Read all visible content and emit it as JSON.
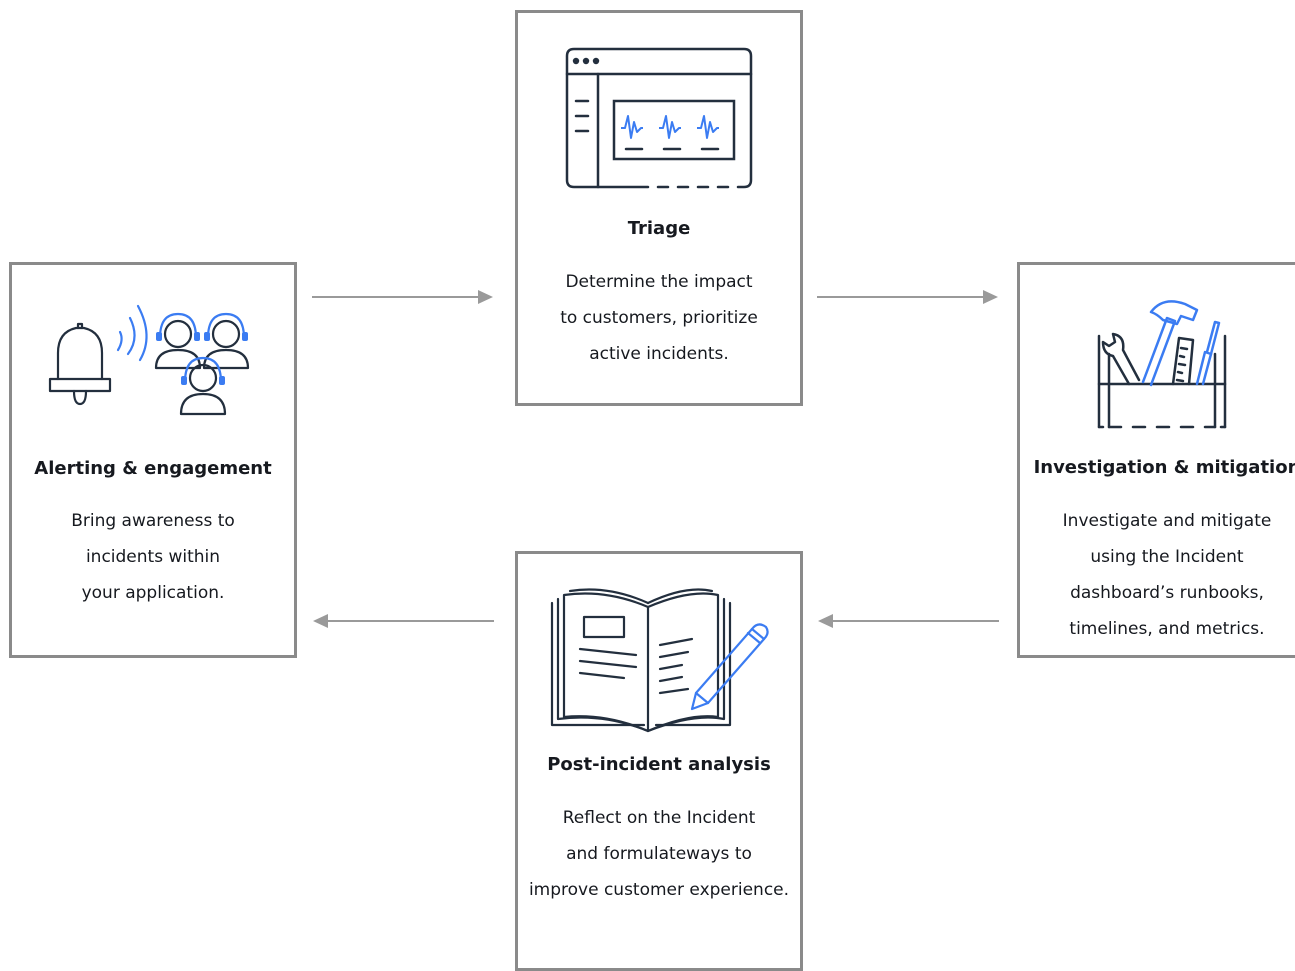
{
  "diagram": {
    "stages": {
      "triage": {
        "title": "Triage",
        "description": [
          "Determine the impact",
          "to customers, prioritize",
          "active incidents."
        ],
        "icon": "dashboard-monitor-icon"
      },
      "investigation": {
        "title": "Investigation & mitigation",
        "description": [
          "Investigate and mitigate",
          "using the Incident",
          "dashboard’s runbooks,",
          "timelines, and metrics."
        ],
        "icon": "toolbox-icon"
      },
      "alerting": {
        "title": "Alerting & engagement",
        "description": [
          "Bring awareness to",
          "incidents within",
          "your application."
        ],
        "icon": "bell-responders-icon"
      },
      "post_incident": {
        "title": "Post-incident analysis",
        "description": [
          "Reflect on the Incident",
          "and formulateways to",
          "improve customer experience."
        ],
        "icon": "notebook-pencil-icon"
      }
    },
    "colors": {
      "border": "#8a8a8a",
      "icon_stroke": "#232f3e",
      "accent_blue": "#3b7cf2",
      "arrow": "#9a9a9a"
    }
  }
}
